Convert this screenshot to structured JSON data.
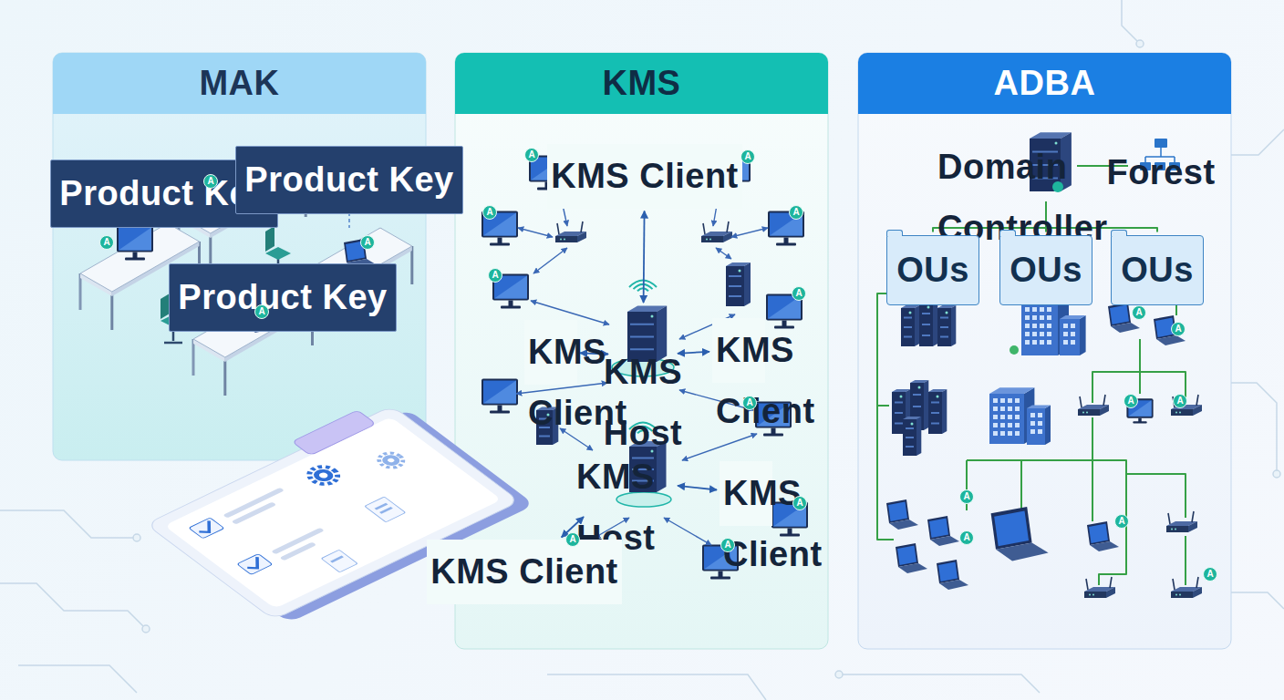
{
  "diagram": {
    "nodes": [
      {
        "text": [
          "MAK"
        ]
      },
      {
        "text": [
          "Product Key"
        ],
        "in": 0
      },
      {
        "text": [
          "Product Key"
        ],
        "in": 0
      },
      {
        "text": [
          "Product Key"
        ],
        "in": 0
      },
      {
        "text": [
          "KMS"
        ]
      },
      {
        "text": [
          "KMS Client"
        ],
        "in": 4
      },
      {
        "text": [
          "KMS Client"
        ],
        "in": 4
      },
      {
        "text": [
          "KMS Host"
        ],
        "in": 4
      },
      {
        "text": [
          "KMS Client"
        ],
        "in": 4
      },
      {
        "text": [
          "KMS Host"
        ],
        "in": 4
      },
      {
        "text": [
          "KMS Client"
        ],
        "in": 4
      },
      {
        "text": [
          "KMS Client"
        ],
        "in": 4
      },
      {
        "text": [
          "ADBA"
        ]
      },
      {
        "text": [
          "Domain Controller"
        ],
        "in": 12
      },
      {
        "text": [
          "Forest"
        ],
        "in": 12
      },
      {
        "text": [
          "OUs"
        ],
        "in": 12
      },
      {
        "text": [
          "OUs"
        ],
        "in": 12
      },
      {
        "text": [
          "OUs"
        ],
        "in": 12
      }
    ],
    "edges": [
      {
        "from": 5,
        "to": 7,
        "arrow": "both"
      },
      {
        "from": 6,
        "to": 7,
        "arrow": "both"
      },
      {
        "from": 8,
        "to": 7,
        "arrow": "both"
      },
      {
        "from": 10,
        "to": 9,
        "arrow": "both"
      },
      {
        "from": 11,
        "to": 9,
        "arrow": "both"
      },
      {
        "from": 13,
        "to": 14,
        "arrow": "none"
      },
      {
        "from": 13,
        "to": 15,
        "arrow": "none"
      },
      {
        "from": 13,
        "to": 16,
        "arrow": "none"
      },
      {
        "from": 13,
        "to": 17,
        "arrow": "none"
      }
    ],
    "labels": [
      "A",
      "A",
      "A",
      "A",
      "A",
      "A",
      "A",
      "A",
      "A",
      "A",
      "A",
      "A",
      "A",
      "A",
      "A",
      "A",
      "A",
      "A",
      "A",
      "A",
      "A",
      "A"
    ]
  }
}
